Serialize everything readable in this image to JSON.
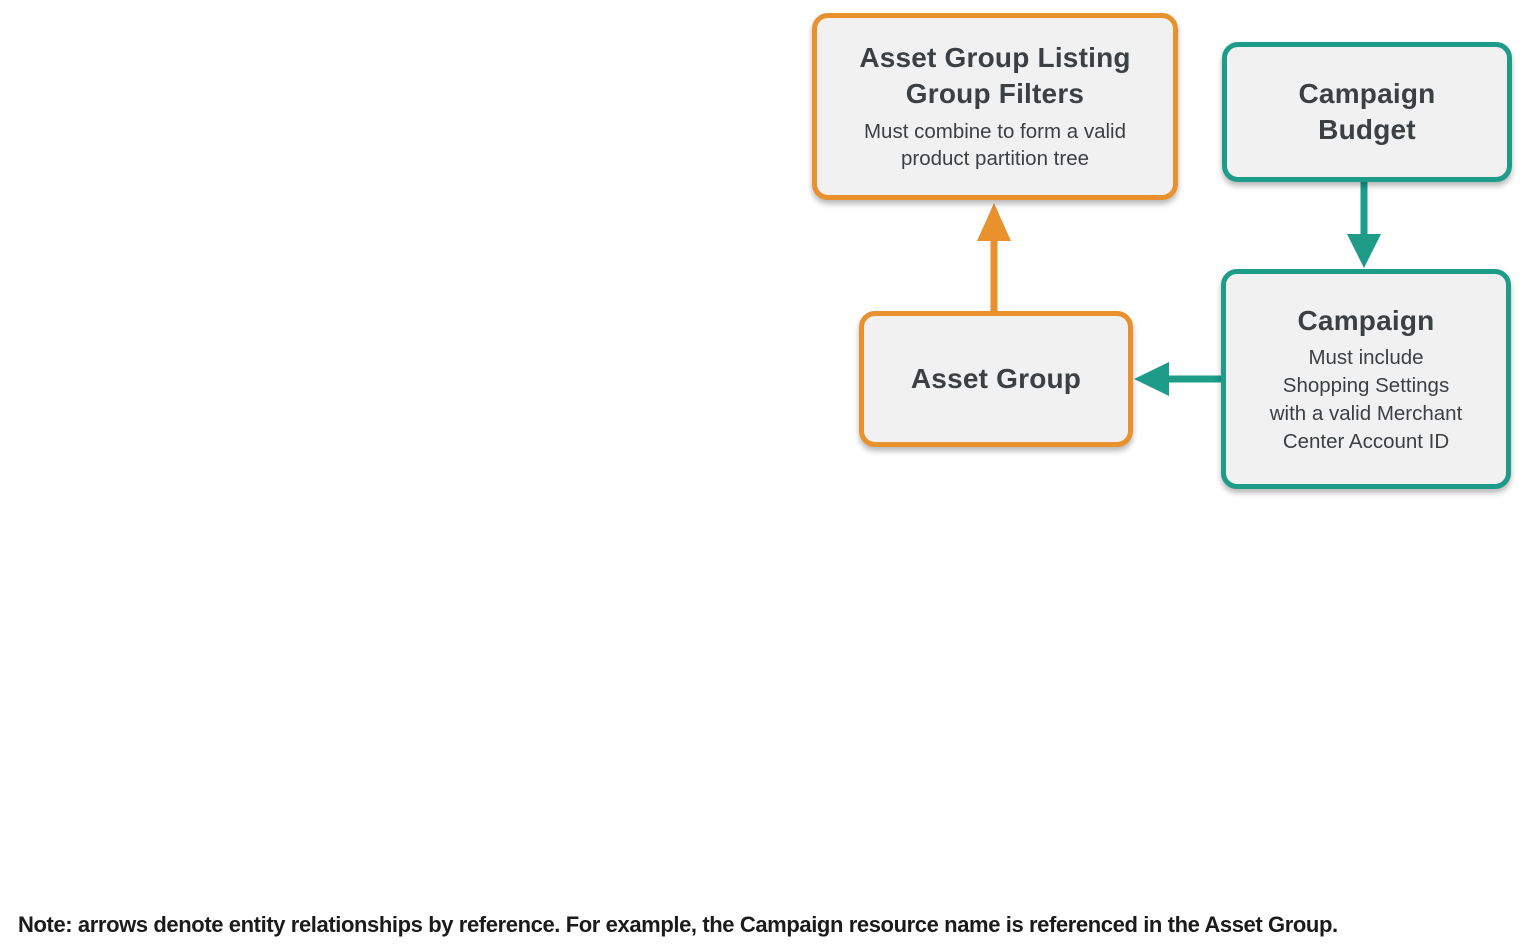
{
  "colors": {
    "orange": "#E8912D",
    "teal": "#1D9C8A",
    "node_fill": "#F1F1F2",
    "text": "#3C4043",
    "note_text": "#1B1B1B"
  },
  "nodes": {
    "listing_filters": {
      "title": "Asset Group Listing\nGroup Filters",
      "subtitle": "Must combine to form a valid\nproduct partition tree",
      "accent": "orange"
    },
    "campaign_budget": {
      "title": "Campaign\nBudget",
      "accent": "teal"
    },
    "asset_group": {
      "title": "Asset Group",
      "accent": "orange"
    },
    "campaign": {
      "title": "Campaign",
      "subtitle": "Must include\nShopping Settings\nwith a valid Merchant\nCenter Account ID",
      "accent": "teal"
    }
  },
  "arrows": [
    {
      "from": "asset_group",
      "to": "listing_filters",
      "color": "orange",
      "direction": "up"
    },
    {
      "from": "campaign_budget",
      "to": "campaign",
      "color": "teal",
      "direction": "down"
    },
    {
      "from": "campaign",
      "to": "asset_group",
      "color": "teal",
      "direction": "left"
    }
  ],
  "note": "Note: arrows denote entity relationships by reference. For example, the Campaign resource name is referenced in the Asset Group."
}
